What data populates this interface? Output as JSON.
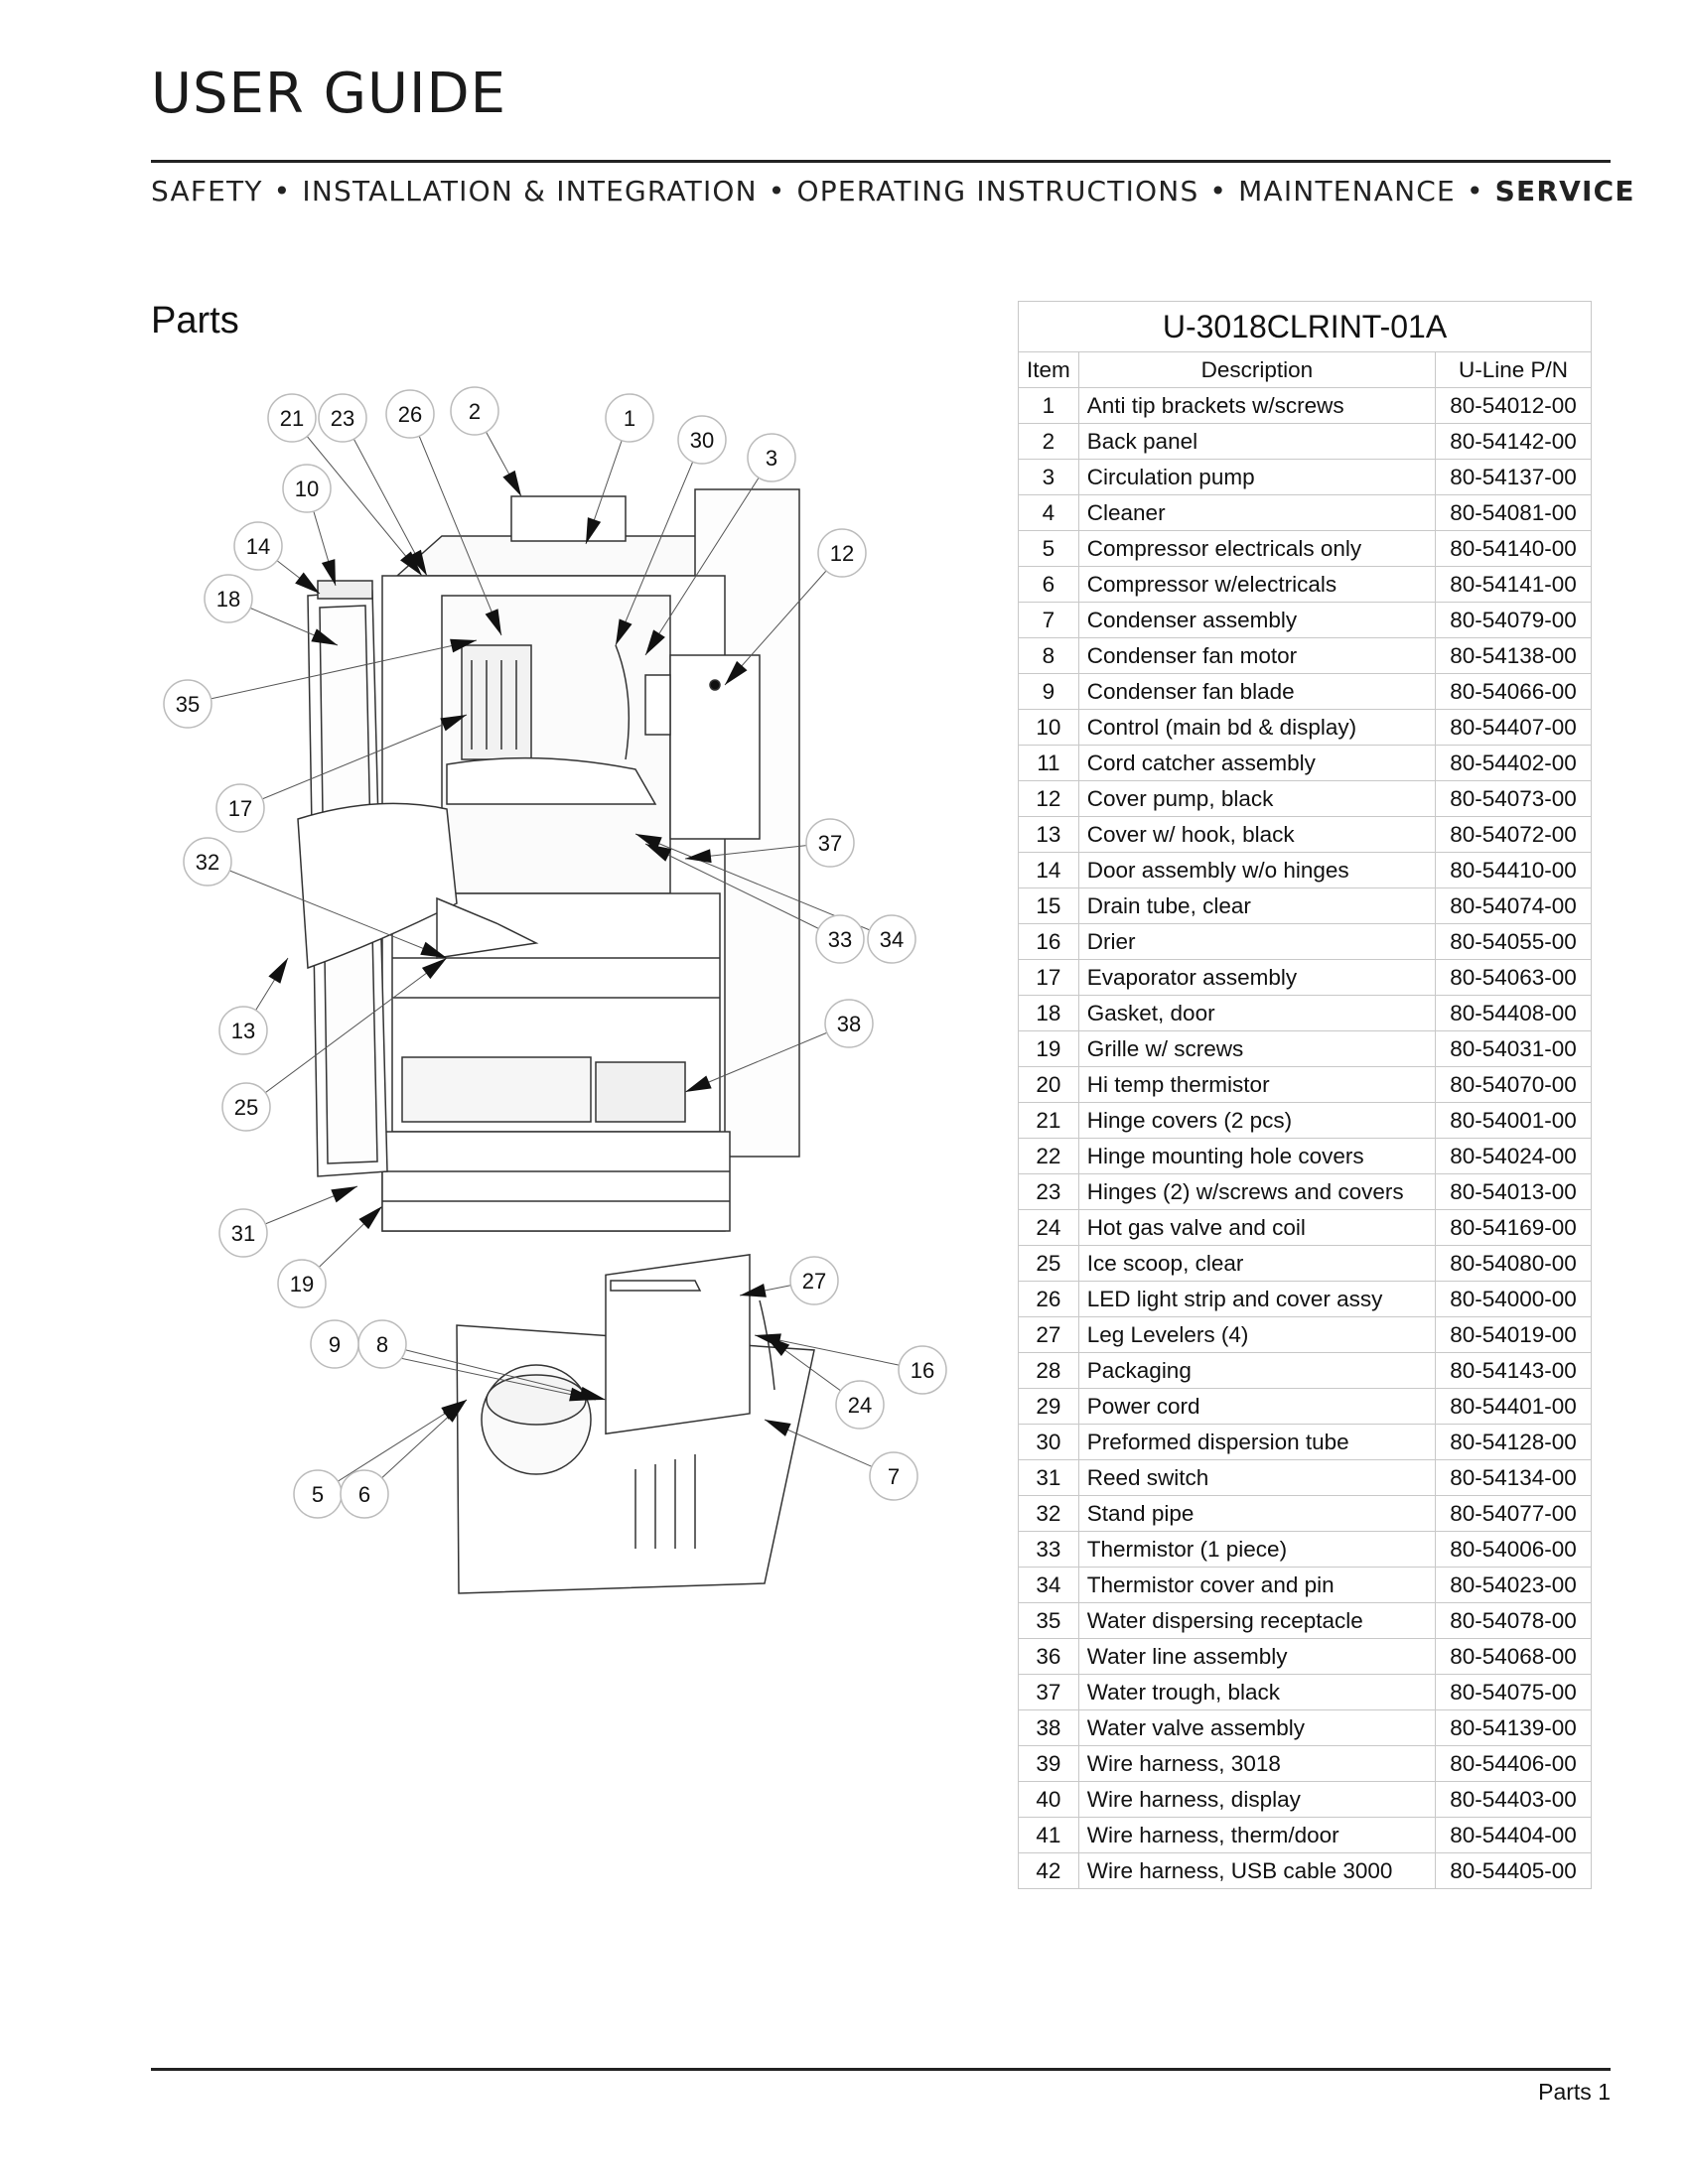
{
  "header": {
    "title": "USER GUIDE",
    "nav": [
      {
        "label": "SAFETY",
        "active": false
      },
      {
        "label": "INSTALLATION & INTEGRATION",
        "active": false
      },
      {
        "label": "OPERATING INSTRUCTIONS",
        "active": false
      },
      {
        "label": "MAINTENANCE",
        "active": false
      },
      {
        "label": "SERVICE",
        "active": true
      }
    ],
    "separator": "•"
  },
  "section": {
    "title": "Parts"
  },
  "figure": {
    "callouts": [
      "1",
      "2",
      "3",
      "5",
      "6",
      "7",
      "8",
      "9",
      "10",
      "12",
      "13",
      "14",
      "16",
      "17",
      "18",
      "19",
      "21",
      "23",
      "24",
      "25",
      "26",
      "27",
      "30",
      "31",
      "32",
      "33",
      "34",
      "35",
      "37",
      "38"
    ]
  },
  "parts_table": {
    "model": "U-3018CLRINT-01A",
    "columns": [
      "Item",
      "Description",
      "U-Line P/N"
    ],
    "rows": [
      [
        "1",
        "Anti tip brackets w/screws",
        "80-54012-00"
      ],
      [
        "2",
        "Back panel",
        "80-54142-00"
      ],
      [
        "3",
        "Circulation pump",
        "80-54137-00"
      ],
      [
        "4",
        "Cleaner",
        "80-54081-00"
      ],
      [
        "5",
        "Compressor electricals only",
        "80-54140-00"
      ],
      [
        "6",
        "Compressor w/electricals",
        "80-54141-00"
      ],
      [
        "7",
        "Condenser assembly",
        "80-54079-00"
      ],
      [
        "8",
        "Condenser fan motor",
        "80-54138-00"
      ],
      [
        "9",
        "Condenser fan blade",
        "80-54066-00"
      ],
      [
        "10",
        "Control (main bd & display)",
        "80-54407-00"
      ],
      [
        "11",
        "Cord catcher assembly",
        "80-54402-00"
      ],
      [
        "12",
        "Cover pump, black",
        "80-54073-00"
      ],
      [
        "13",
        "Cover w/ hook, black",
        "80-54072-00"
      ],
      [
        "14",
        "Door assembly w/o hinges",
        "80-54410-00"
      ],
      [
        "15",
        "Drain tube, clear",
        "80-54074-00"
      ],
      [
        "16",
        "Drier",
        "80-54055-00"
      ],
      [
        "17",
        "Evaporator assembly",
        "80-54063-00"
      ],
      [
        "18",
        "Gasket, door",
        "80-54408-00"
      ],
      [
        "19",
        "Grille w/ screws",
        "80-54031-00"
      ],
      [
        "20",
        "Hi temp thermistor",
        "80-54070-00"
      ],
      [
        "21",
        "Hinge covers (2 pcs)",
        "80-54001-00"
      ],
      [
        "22",
        "Hinge mounting hole covers",
        "80-54024-00"
      ],
      [
        "23",
        "Hinges (2) w/screws and covers",
        "80-54013-00"
      ],
      [
        "24",
        "Hot gas valve and coil",
        "80-54169-00"
      ],
      [
        "25",
        "Ice scoop, clear",
        "80-54080-00"
      ],
      [
        "26",
        "LED light strip and cover assy",
        "80-54000-00"
      ],
      [
        "27",
        "Leg Levelers (4)",
        "80-54019-00"
      ],
      [
        "28",
        "Packaging",
        "80-54143-00"
      ],
      [
        "29",
        "Power cord",
        "80-54401-00"
      ],
      [
        "30",
        "Preformed dispersion tube",
        "80-54128-00"
      ],
      [
        "31",
        "Reed switch",
        "80-54134-00"
      ],
      [
        "32",
        "Stand pipe",
        "80-54077-00"
      ],
      [
        "33",
        "Thermistor (1 piece)",
        "80-54006-00"
      ],
      [
        "34",
        "Thermistor cover and pin",
        "80-54023-00"
      ],
      [
        "35",
        "Water dispersing receptacle",
        "80-54078-00"
      ],
      [
        "36",
        "Water line assembly",
        "80-54068-00"
      ],
      [
        "37",
        "Water trough, black",
        "80-54075-00"
      ],
      [
        "38",
        "Water valve assembly",
        "80-54139-00"
      ],
      [
        "39",
        "Wire harness, 3018",
        "80-54406-00"
      ],
      [
        "40",
        "Wire harness, display",
        "80-54403-00"
      ],
      [
        "41",
        "Wire harness, therm/door",
        "80-54404-00"
      ],
      [
        "42",
        "Wire harness, USB cable 3000",
        "80-54405-00"
      ]
    ]
  },
  "footer": {
    "page_label": "Parts 1"
  }
}
